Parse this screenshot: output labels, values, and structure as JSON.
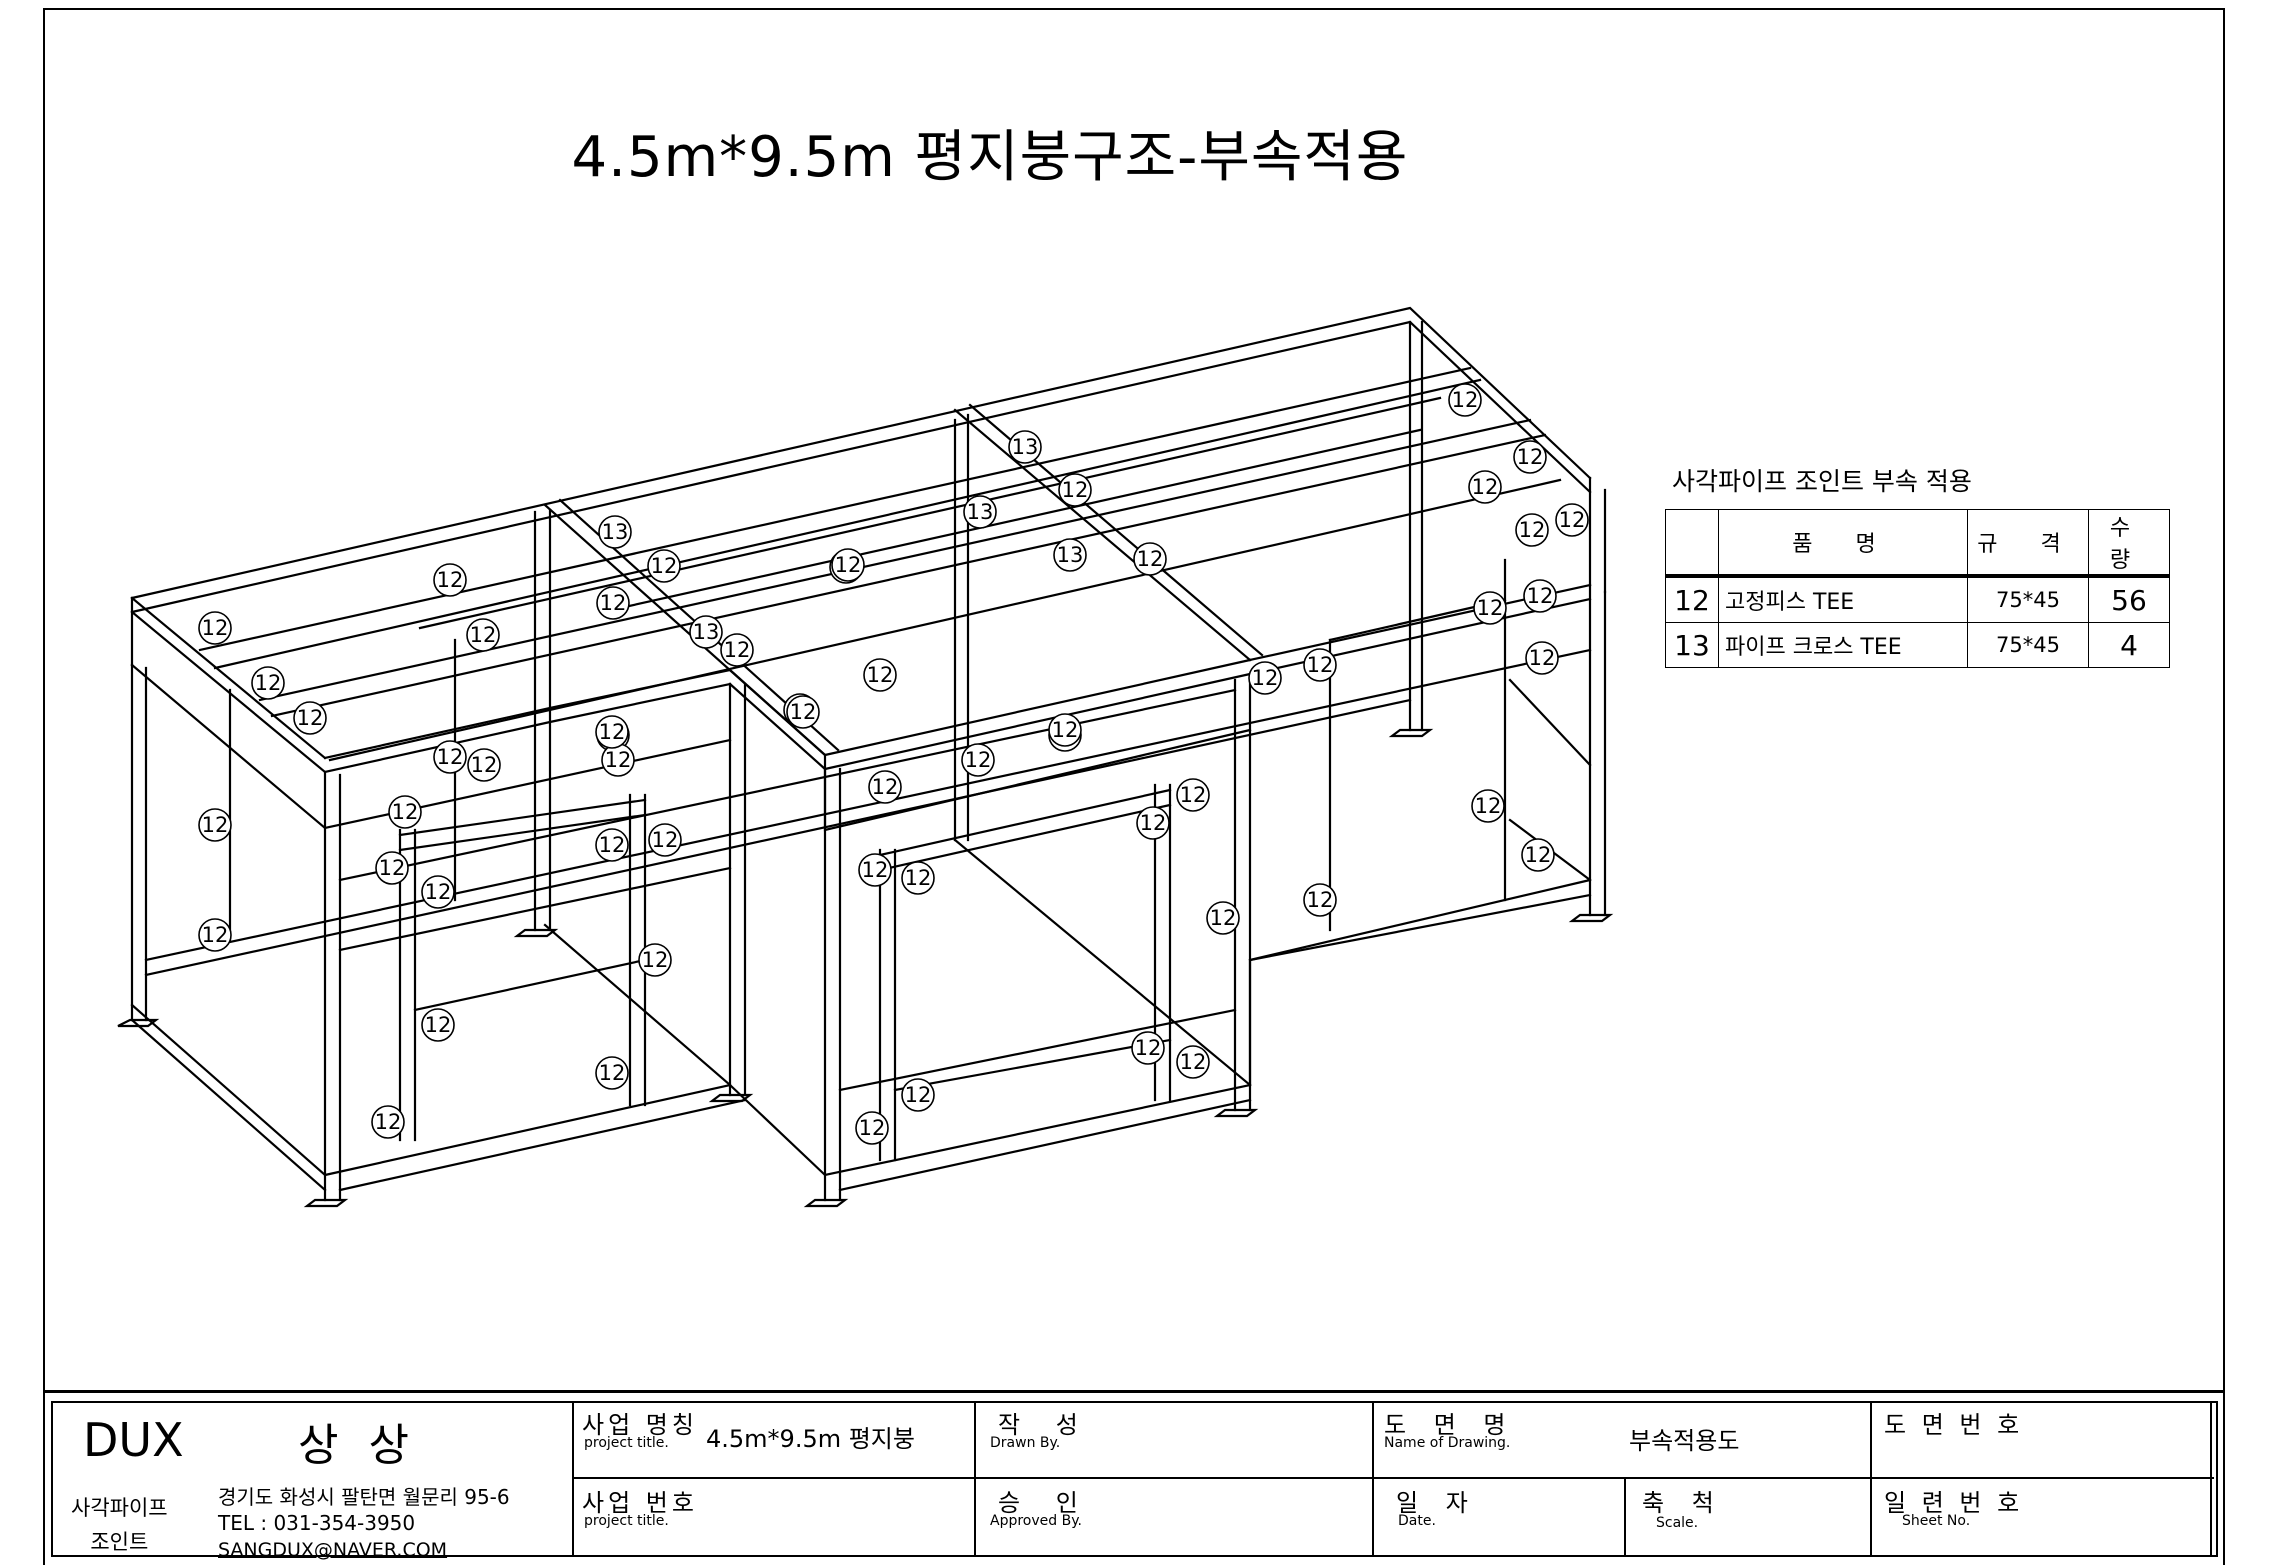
{
  "title": "4.5m*9.5m   평지붕구조-부속적용",
  "callouts": {
    "tee": "12",
    "cross": "13"
  },
  "parts": {
    "caption": "사각파이프 조인트 부속 적용",
    "headers": [
      "",
      "품      명",
      "규  격",
      "수  량"
    ],
    "rows": [
      {
        "no": "12",
        "name": "고정피스 TEE",
        "spec": "75*45",
        "qty": "56"
      },
      {
        "no": "13",
        "name": "파이프 크로스 TEE",
        "spec": "75*45",
        "qty": "4"
      }
    ]
  },
  "title_block": {
    "company": "DUX",
    "company_kr": "상 상",
    "company_sub": "사각파이프\n조인트",
    "address": "경기도 화성시 팔탄면 월문리 95-6",
    "tel": "TEL : 031-354-3950",
    "email": "SANGDUX@NAVER.COM",
    "project_name_label": "사업 명칭",
    "project_name_sub": "project title.",
    "project_name_value": "4.5m*9.5m 평지붕",
    "project_no_label": "사업 번호",
    "project_no_sub": "project title.",
    "drawn_label": "작  성",
    "drawn_sub": "Drawn By.",
    "approved_label": "승  인",
    "approved_sub": "Approved By.",
    "drawing_name_label": "도 면 명",
    "drawing_name_sub": "Name of Drawing.",
    "drawing_name_value": "부속적용도",
    "date_label": "일 자",
    "date_sub": "Date.",
    "scale_label": "축 척",
    "scale_sub": "Scale.",
    "drawing_no_label": "도 면 번 호",
    "sheet_no_label": "일 련 번 호",
    "sheet_no_sub": "Sheet No."
  }
}
